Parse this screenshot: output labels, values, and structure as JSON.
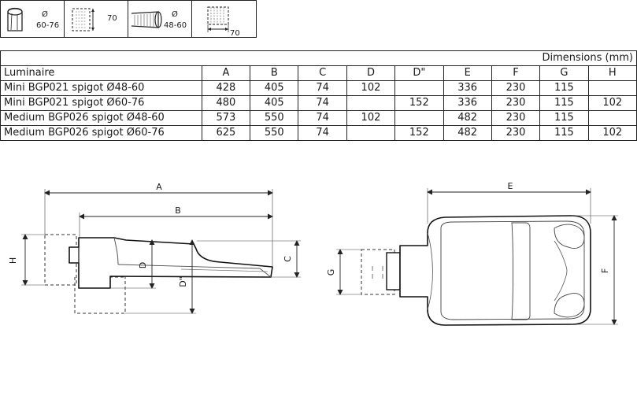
{
  "mount_icons": [
    {
      "label_lines": [
        "Ø",
        "60-76"
      ]
    },
    {
      "label_lines": [
        "70"
      ]
    },
    {
      "label_lines": [
        "Ø",
        "48-60"
      ]
    },
    {
      "label_lines": [
        "70"
      ]
    }
  ],
  "table": {
    "dimensions_header": "Dimensions (mm)",
    "columns": [
      "Luminaire",
      "A",
      "B",
      "C",
      "D",
      "D\"",
      "E",
      "F",
      "G",
      "H"
    ],
    "rows": [
      [
        "Mini BGP021 spigot Ø48-60",
        "428",
        "405",
        "74",
        "102",
        "",
        "336",
        "230",
        "115",
        ""
      ],
      [
        "Mini BGP021 spigot Ø60-76",
        "480",
        "405",
        "74",
        "",
        "152",
        "336",
        "230",
        "115",
        "102"
      ],
      [
        "Medium BGP026 spigot Ø48-60",
        "573",
        "550",
        "74",
        "102",
        "",
        "482",
        "230",
        "115",
        ""
      ],
      [
        "Medium BGP026 spigot Ø60-76",
        "625",
        "550",
        "74",
        "",
        "152",
        "482",
        "230",
        "115",
        "102"
      ]
    ]
  },
  "side_view": {
    "labels": {
      "A": "A",
      "B": "B",
      "C": "C",
      "D": "D",
      "D2": "D\"",
      "H": "H"
    }
  },
  "top_view": {
    "labels": {
      "E": "E",
      "F": "F",
      "G": "G"
    }
  }
}
